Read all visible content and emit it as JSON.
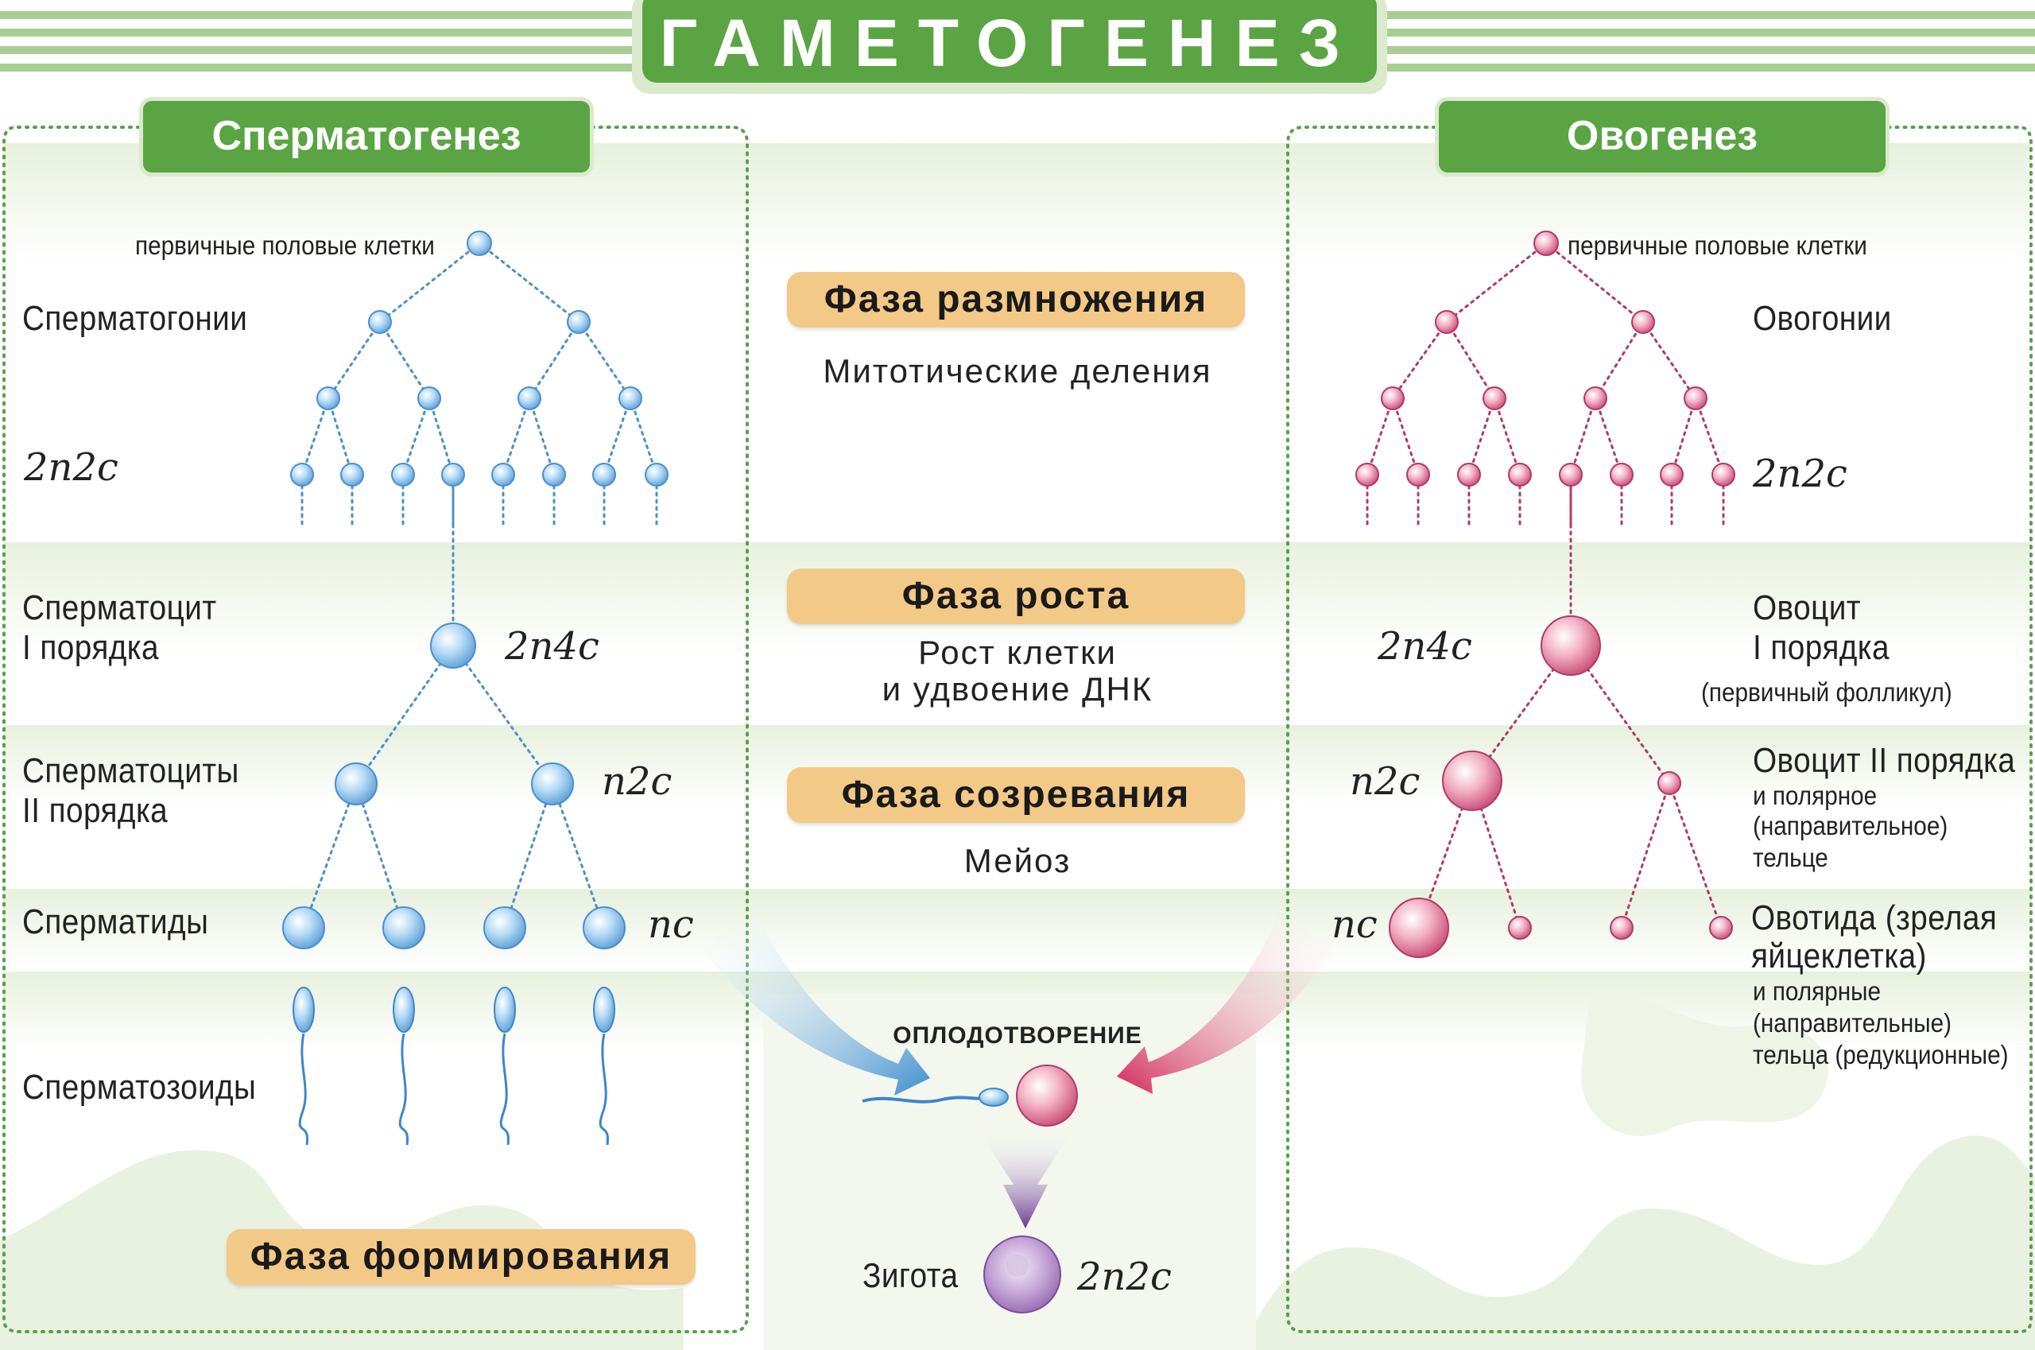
{
  "title": "ГАМЕТОГЕНЕЗ",
  "left": {
    "header": "Сперматогенез",
    "top_caption": "первичные половые клетки",
    "stage_spermatogonia": "Сперматогонии",
    "stage_spermatocyte1_line1": "Сперматоцит",
    "stage_spermatocyte1_line2": "I  порядка",
    "stage_spermatocyte2_line1": "Сперматоциты",
    "stage_spermatocyte2_line2": "II  порядка",
    "stage_spermatids": "Спермaтиды",
    "stage_spermatozoa": "Сперматозоиды",
    "ploidy_2n2c": "2n2c",
    "ploidy_2n4c": "2n4c",
    "ploidy_n2c": "n2c",
    "ploidy_nc": "nc"
  },
  "right": {
    "header": "Овогенез",
    "top_caption": "первичные половые клетки",
    "stage_oogonia": "Овогонии",
    "stage_oocyte1_line1": "Овоцит",
    "stage_oocyte1_line2": "I  порядка",
    "stage_oocyte1_note": "(первичный фолликул)",
    "stage_oocyte2_line1": "Овоцит II порядка",
    "stage_oocyte2_line2": "и полярное",
    "stage_oocyte2_line3": "(направительное)",
    "stage_oocyte2_line4": "тельце",
    "stage_ootid_line1": "Овотида (зрелая",
    "stage_ootid_line2": "яйцеклетка)",
    "stage_ootid_line3": "и полярные",
    "stage_ootid_line4": "(направительные)",
    "stage_ootid_line5": "тельца  (редукционные)",
    "ploidy_2n2c": "2n2c",
    "ploidy_2n4c": "2n4c",
    "ploidy_n2c": "n2c",
    "ploidy_nc": "nc"
  },
  "center": {
    "phase_reproduction": "Фаза  размножения",
    "desc_reproduction": "Митотические  деления",
    "phase_growth": "Фаза  роста",
    "desc_growth_line1": "Рост  клетки",
    "desc_growth_line2": "и  удвоение  ДНК",
    "phase_maturation": "Фаза  созревания",
    "desc_maturation": "Мейоз",
    "phase_formation": "Фаза  формирования",
    "fertilization": "ОПЛОДОТВОРЕНИЕ",
    "zygote": "Зигота",
    "zygote_ploidy": "2n2c"
  },
  "colors": {
    "green": "#5aa443",
    "male_cell": "#8cc4ec",
    "female_cell": "#e07494",
    "zygote": "#b088c4",
    "phase_box": "#f3c987"
  }
}
